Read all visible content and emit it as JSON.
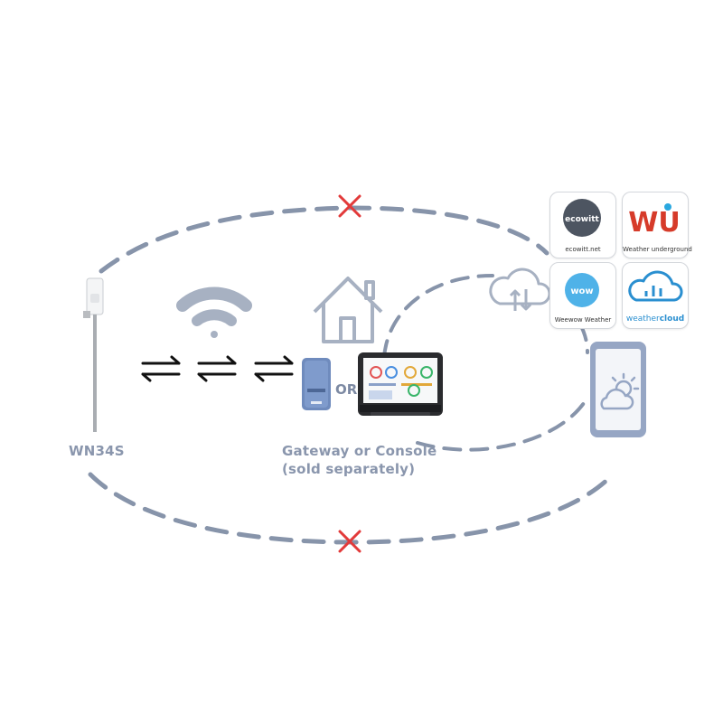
{
  "sensor": {
    "label": "WN34S"
  },
  "gateway": {
    "label_line1": "Gateway or Console",
    "label_line2": "(sold separately)",
    "or_text": "OR"
  },
  "services": [
    {
      "name": "ecowitt",
      "caption": "ecowitt.net",
      "logo_text": "ecowitt"
    },
    {
      "name": "wunderground",
      "caption": "Weather underground",
      "logo_text": "WU"
    },
    {
      "name": "weewow",
      "caption": "Weewow Weather",
      "logo_text": "wow"
    },
    {
      "name": "weathercloud",
      "caption": "weathercloud",
      "caption_a": "weather",
      "caption_b": "cloud"
    }
  ],
  "colors": {
    "dash": "#8794aa",
    "cross": "#e23a3a",
    "icon": "#a7b1c2",
    "phone": "#96a6c4"
  }
}
